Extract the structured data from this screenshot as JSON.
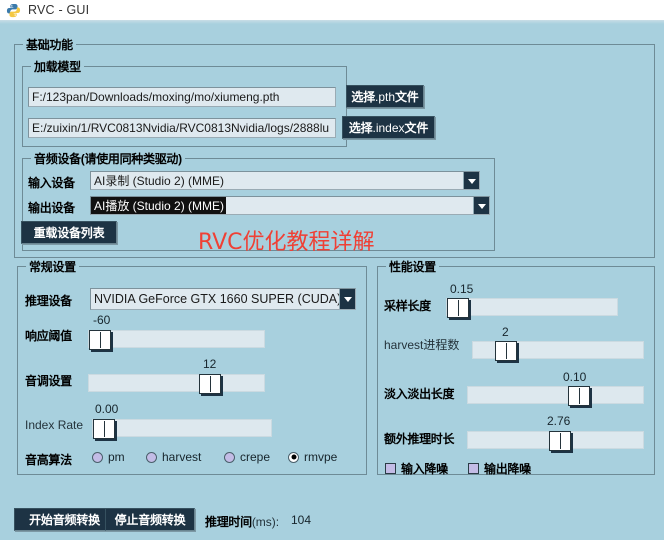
{
  "window": {
    "title": "RVC - GUI",
    "icon": "python-logo-icon"
  },
  "basic_group": {
    "title": "基础功能",
    "model_group": {
      "title": "加载模型",
      "pth_path": "F:/123pan/Downloads/moxing/mo/xiumeng.pth",
      "pth_button_bold": "选择",
      "pth_button_thin": ".pth",
      "pth_button_bold2": "文件",
      "index_path": "E:/zuixin/1/RVC0813Nvidia/RVC0813Nvidia/logs/2888lu",
      "index_button_bold": "选择",
      "index_button_thin": ".index",
      "index_button_bold2": "文件"
    },
    "audio_group": {
      "title": "音频设备(请使用同种类驱动)",
      "input_label": "输入设备",
      "input_value": "AI录制 (Studio 2) (MME)",
      "output_label": "输出设备",
      "output_value_selected": "AI播放 (Studio 2) (MME)",
      "reload_button": "重载设备列表"
    },
    "watermark": "RVC优化教程详解"
  },
  "general_group": {
    "title": "常规设置",
    "device_label": "推理设备",
    "device_value": "NVIDIA GeForce GTX 1660 SUPER (CUDA)",
    "sliders": [
      {
        "label": "响应阈值",
        "value": "-60",
        "fill_pct": 4
      },
      {
        "label": "音调设置",
        "value": "12",
        "fill_pct": 65
      },
      {
        "label": "Index Rate",
        "value": "0.00",
        "fill_pct": 5
      }
    ],
    "pitch_algo_label": "音高算法",
    "pitch_options": [
      {
        "label": "pm",
        "checked": false
      },
      {
        "label": "harvest",
        "checked": false
      },
      {
        "label": "crepe",
        "checked": false
      },
      {
        "label": "rmvpe",
        "checked": true
      }
    ]
  },
  "performance_group": {
    "title": "性能设置",
    "sliders": [
      {
        "label": "采样长度",
        "value": "0.15",
        "fill_pct": 3
      },
      {
        "label": "harvest进程数",
        "value": "2",
        "fill_pct": 19
      },
      {
        "label": "淡入淡出长度",
        "value": "0.10",
        "fill_pct": 64
      },
      {
        "label": "额外推理时长",
        "value": "2.76",
        "fill_pct": 56
      }
    ],
    "checkboxes": [
      {
        "label": "输入降噪",
        "checked": false
      },
      {
        "label": "输出降噪",
        "checked": false
      }
    ]
  },
  "footer": {
    "start_button": "开始音频转换",
    "stop_button": "停止音频转换",
    "infer_time_label_bold": "推理时间",
    "infer_time_label_unit": "(ms):",
    "infer_time_value": "104"
  },
  "colors": {
    "background": "#a8d0de",
    "button_dark": "#1d3344",
    "watermark_red": "#ef4035",
    "input_bg": "#dfe9ef",
    "accent_purple": "#c3bce6"
  }
}
